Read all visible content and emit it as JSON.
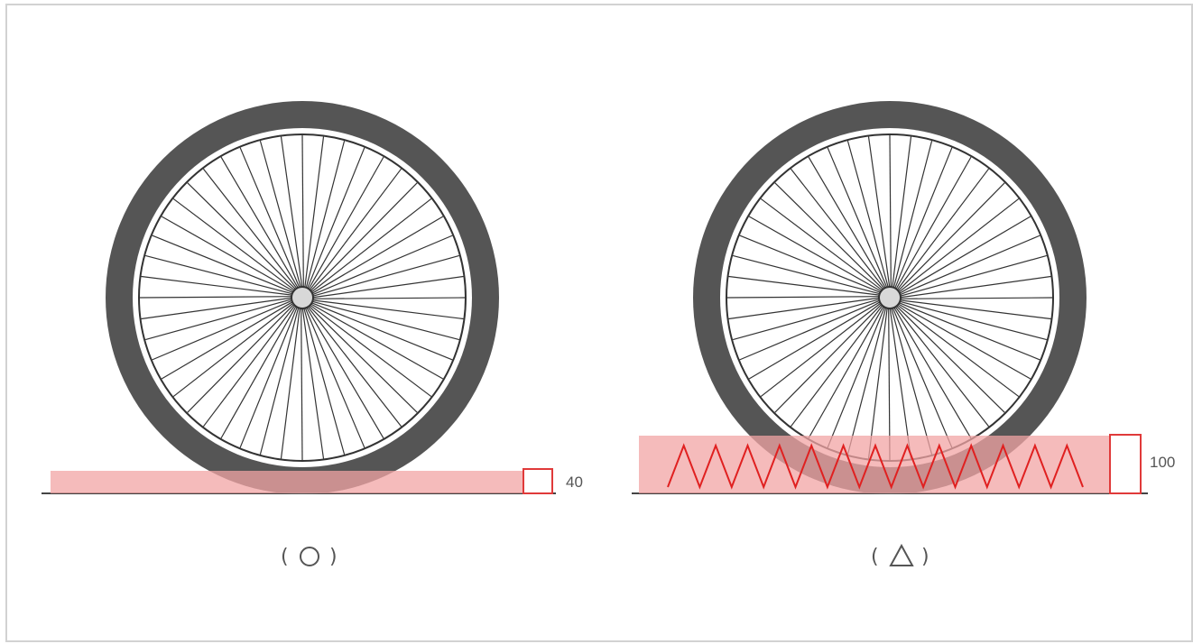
{
  "panels": [
    {
      "id": "left",
      "dimension_label": "40",
      "caption_open": "(",
      "caption_symbol": "circle",
      "caption_close": ")",
      "has_spring": false
    },
    {
      "id": "right",
      "dimension_label": "100",
      "caption_open": "(",
      "caption_symbol": "triangle",
      "caption_close": ")",
      "has_spring": true
    }
  ],
  "colors": {
    "tire": "#555555",
    "rim": "#ffffff",
    "spoke": "#333333",
    "hub": "#d8d8d8",
    "pad_fill": "#f2a4a4",
    "pad_border": "#e03a3a",
    "spring": "#e02020",
    "ground": "#444444",
    "frame_border": "#d2d2d2"
  },
  "spokes_per_wheel": 48
}
